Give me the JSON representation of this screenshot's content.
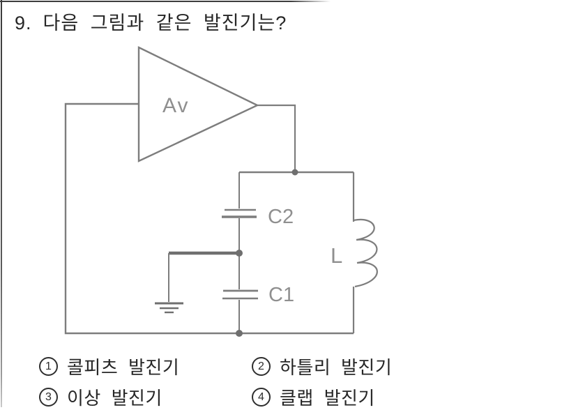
{
  "question": {
    "number": "9.",
    "text": "다음 그림과 같은 발진기는?"
  },
  "circuit": {
    "amplifier_label": "Av",
    "capacitor_top_label": "C2",
    "capacitor_bottom_label": "C1",
    "inductor_label": "L"
  },
  "options": [
    {
      "number": "1",
      "label": "콜피츠 발진기"
    },
    {
      "number": "2",
      "label": "하틀리 발진기"
    },
    {
      "number": "3",
      "label": "이상 발진기"
    },
    {
      "number": "4",
      "label": "클랩 발진기"
    }
  ],
  "colors": {
    "wire": "#7d7d7d",
    "thick_wire": "#6f6f6f",
    "component_label": "#8f8f8f",
    "text": "#262626"
  }
}
